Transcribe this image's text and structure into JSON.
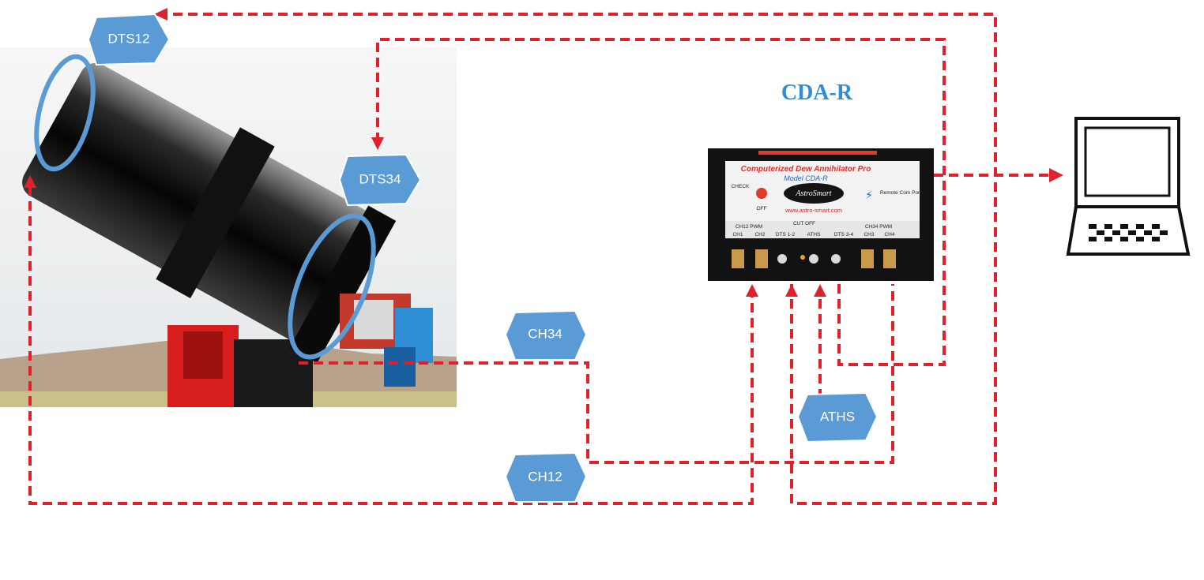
{
  "diagram": {
    "title": "CDA-R",
    "sensor_labels": {
      "dts12": "DTS12",
      "dts34": "DTS34",
      "ch34": "CH34",
      "ch12": "CH12",
      "aths": "ATHS"
    },
    "controller_panel": {
      "product_name": "Computerized Dew Annihilator Pro",
      "model": "Model CDA-R",
      "website": "www.astro-smart.com",
      "brand": "AstroSmart",
      "check_label": "CHECK",
      "off_label": "OFF",
      "remote_label": "Remote Com Port",
      "ch12_pwm": "CH12 PWM",
      "ch34_pwm": "CH34 PWM",
      "cut_off": "CUT OFF",
      "port_ch1": "CH1",
      "port_ch2": "CH2",
      "port_ch3": "CH3",
      "port_ch4": "CH4",
      "port_dts12": "DTS 1-2",
      "port_aths": "ATHS",
      "port_dts34": "DTS 3-4"
    },
    "colors": {
      "wire": "#e0202a",
      "badge": "#5b9bd5",
      "title": "#2e8fd6"
    },
    "icons": [
      "telescope-image",
      "laptop-icon",
      "controller-device"
    ]
  }
}
